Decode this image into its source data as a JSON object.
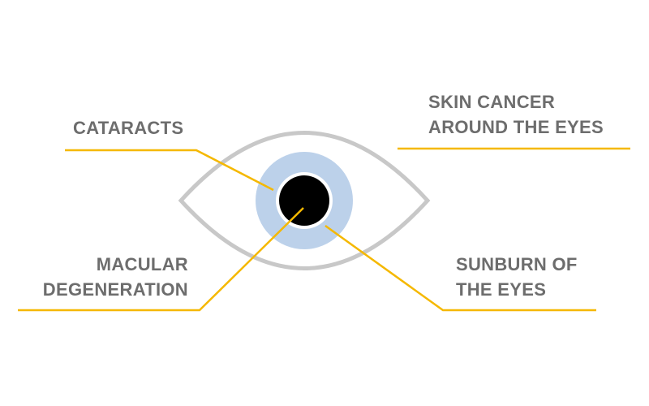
{
  "colors": {
    "outline": "#c8c8c8",
    "iris": "#bcd1ea",
    "pupil": "#000000",
    "leader": "#f5b800",
    "text": "#6d6d6d"
  },
  "labels": {
    "cataracts": [
      "CATARACTS"
    ],
    "skin_cancer": [
      "SKIN CANCER",
      "AROUND THE EYES"
    ],
    "macular": [
      "MACULAR",
      "DEGENERATION"
    ],
    "sunburn": [
      "SUNBURN OF",
      "THE EYES"
    ]
  }
}
